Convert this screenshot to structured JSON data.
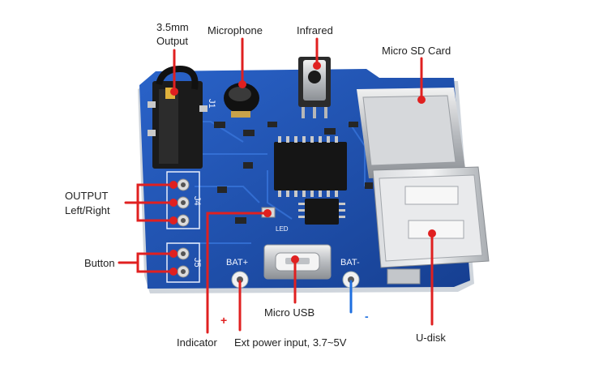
{
  "labels": {
    "output_35mm_line1": "3.5mm",
    "output_35mm_line2": "Output",
    "microphone": "Microphone",
    "infrared": "Infrared",
    "micro_sd": "Micro SD Card",
    "output_lr_line1": "OUTPUT",
    "output_lr_line2": "Left/Right",
    "button": "Button",
    "micro_usb": "Micro USB",
    "indicator": "Indicator",
    "ext_power": "Ext power input, 3.7~5V",
    "u_disk": "U-disk",
    "plus": "+",
    "minus": "-"
  },
  "silkscreen": {
    "bat_plus": "BAT+",
    "bat_minus": "BAT-",
    "j1": "J1",
    "j4": "J4",
    "j5": "J5",
    "led": "LED"
  },
  "colors": {
    "pcb": "#1f4fa8",
    "callout": "#e02020",
    "minus_callout": "#1e6fe0",
    "text": "#222222"
  }
}
